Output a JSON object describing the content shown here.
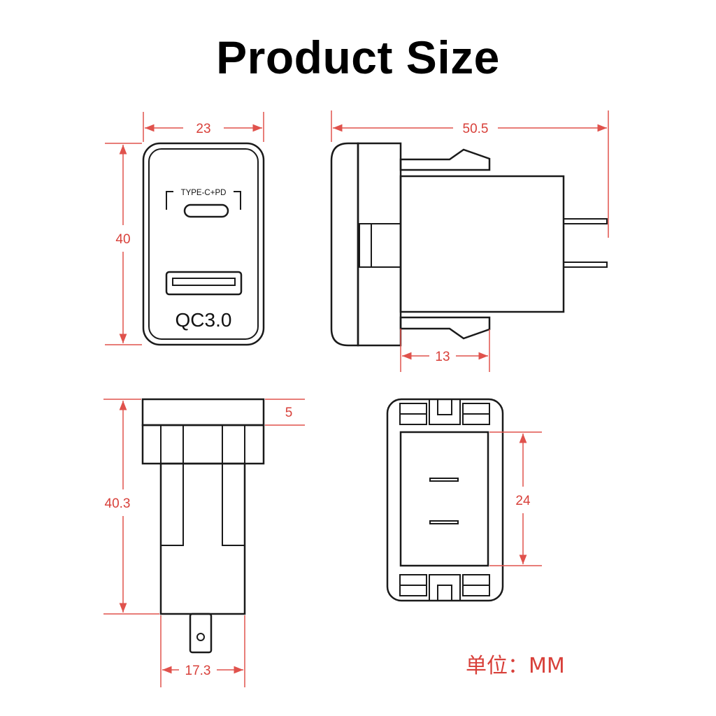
{
  "title": "Product Size",
  "front_view": {
    "port_label": "TYPE-C+PD",
    "usb_label": "QC3.0",
    "width_dim": "23",
    "height_dim": "40"
  },
  "side_view": {
    "length_dim": "50.5",
    "clip_dim": "13"
  },
  "bottom_view": {
    "flange_dim": "5",
    "height_dim": "40.3",
    "width_dim": "17.3"
  },
  "rear_view": {
    "terminal_dim": "24"
  },
  "unit_label": "单位：MM",
  "colors": {
    "dimension": "#e0524c",
    "outline": "#1a1a1a"
  }
}
